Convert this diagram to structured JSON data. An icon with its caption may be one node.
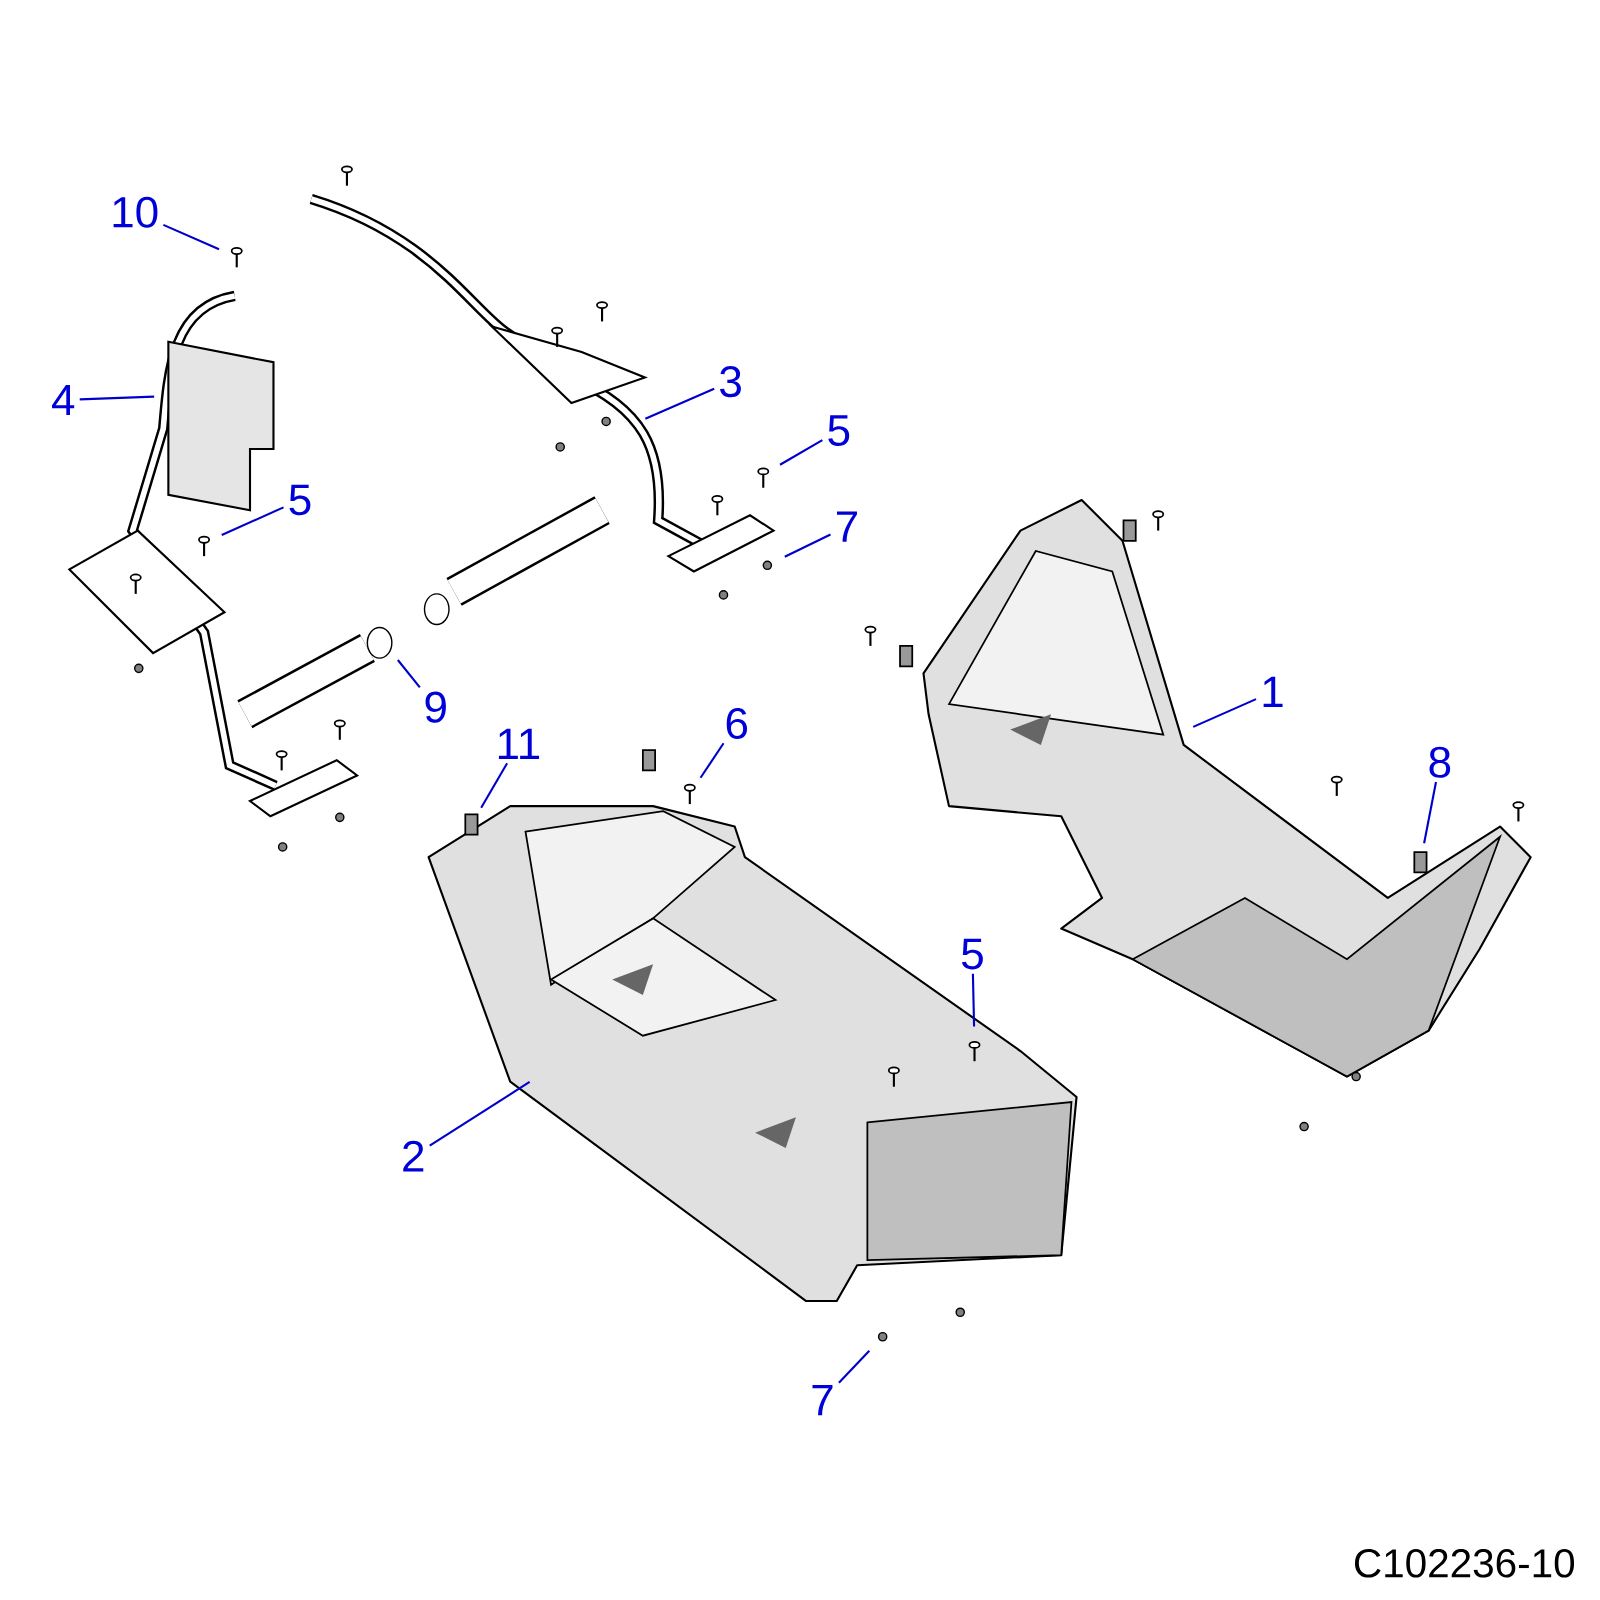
{
  "diagram": {
    "nodes": [
      {
        "text": [
          "10"
        ]
      },
      {
        "text": [
          "4"
        ]
      },
      {
        "text": [
          "3"
        ]
      },
      {
        "text": [
          "5"
        ]
      },
      {
        "text": [
          "5"
        ]
      },
      {
        "text": [
          "7"
        ]
      },
      {
        "text": [
          "9"
        ]
      },
      {
        "text": [
          "11"
        ]
      },
      {
        "text": [
          "6"
        ]
      },
      {
        "text": [
          "1"
        ]
      },
      {
        "text": [
          "8"
        ]
      },
      {
        "text": [
          "5"
        ]
      },
      {
        "text": [
          "2"
        ]
      },
      {
        "text": [
          "7"
        ]
      }
    ],
    "edges": [
      {
        "from": 0,
        "to": null,
        "arrow": "none"
      },
      {
        "from": 1,
        "to": null,
        "arrow": "none"
      },
      {
        "from": 2,
        "to": null,
        "arrow": "none"
      },
      {
        "from": 3,
        "to": null,
        "arrow": "none"
      },
      {
        "from": 4,
        "to": null,
        "arrow": "none"
      },
      {
        "from": 5,
        "to": null,
        "arrow": "none"
      },
      {
        "from": 6,
        "to": null,
        "arrow": "none"
      },
      {
        "from": 7,
        "to": null,
        "arrow": "none"
      },
      {
        "from": 8,
        "to": null,
        "arrow": "none"
      },
      {
        "from": 9,
        "to": null,
        "arrow": "none"
      },
      {
        "from": 10,
        "to": null,
        "arrow": "none"
      },
      {
        "from": 11,
        "to": null,
        "arrow": "none"
      },
      {
        "from": 12,
        "to": null,
        "arrow": "none"
      },
      {
        "from": 13,
        "to": null,
        "arrow": "none"
      }
    ],
    "labels": [
      "C102236-10"
    ]
  }
}
